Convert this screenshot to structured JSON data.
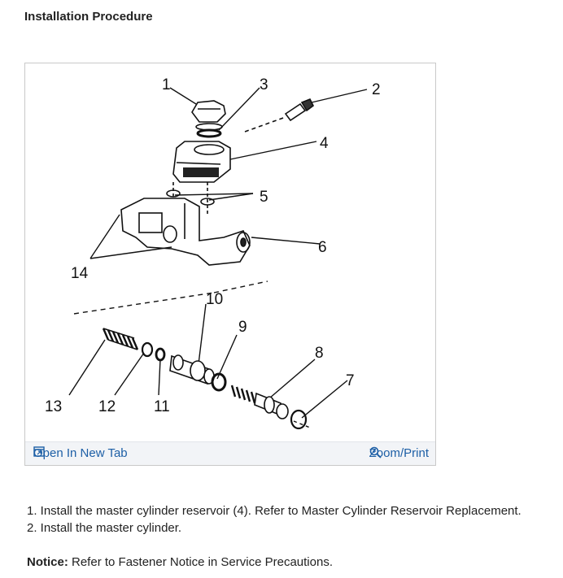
{
  "heading": "Installation Procedure",
  "figure": {
    "callouts": [
      "1",
      "2",
      "3",
      "4",
      "5",
      "6",
      "7",
      "8",
      "9",
      "10",
      "11",
      "12",
      "13",
      "14"
    ],
    "open_tab_label": "Open In New Tab",
    "zoom_label": "Zoom/Print",
    "link_color": "#1d5fa6"
  },
  "steps": [
    "1. Install the master cylinder reservoir (4). Refer to Master Cylinder Reservoir Replacement.",
    "2. Install the master cylinder."
  ],
  "notice": {
    "label": "Notice:",
    "text": " Refer to Fastener Notice in Service Precautions."
  }
}
